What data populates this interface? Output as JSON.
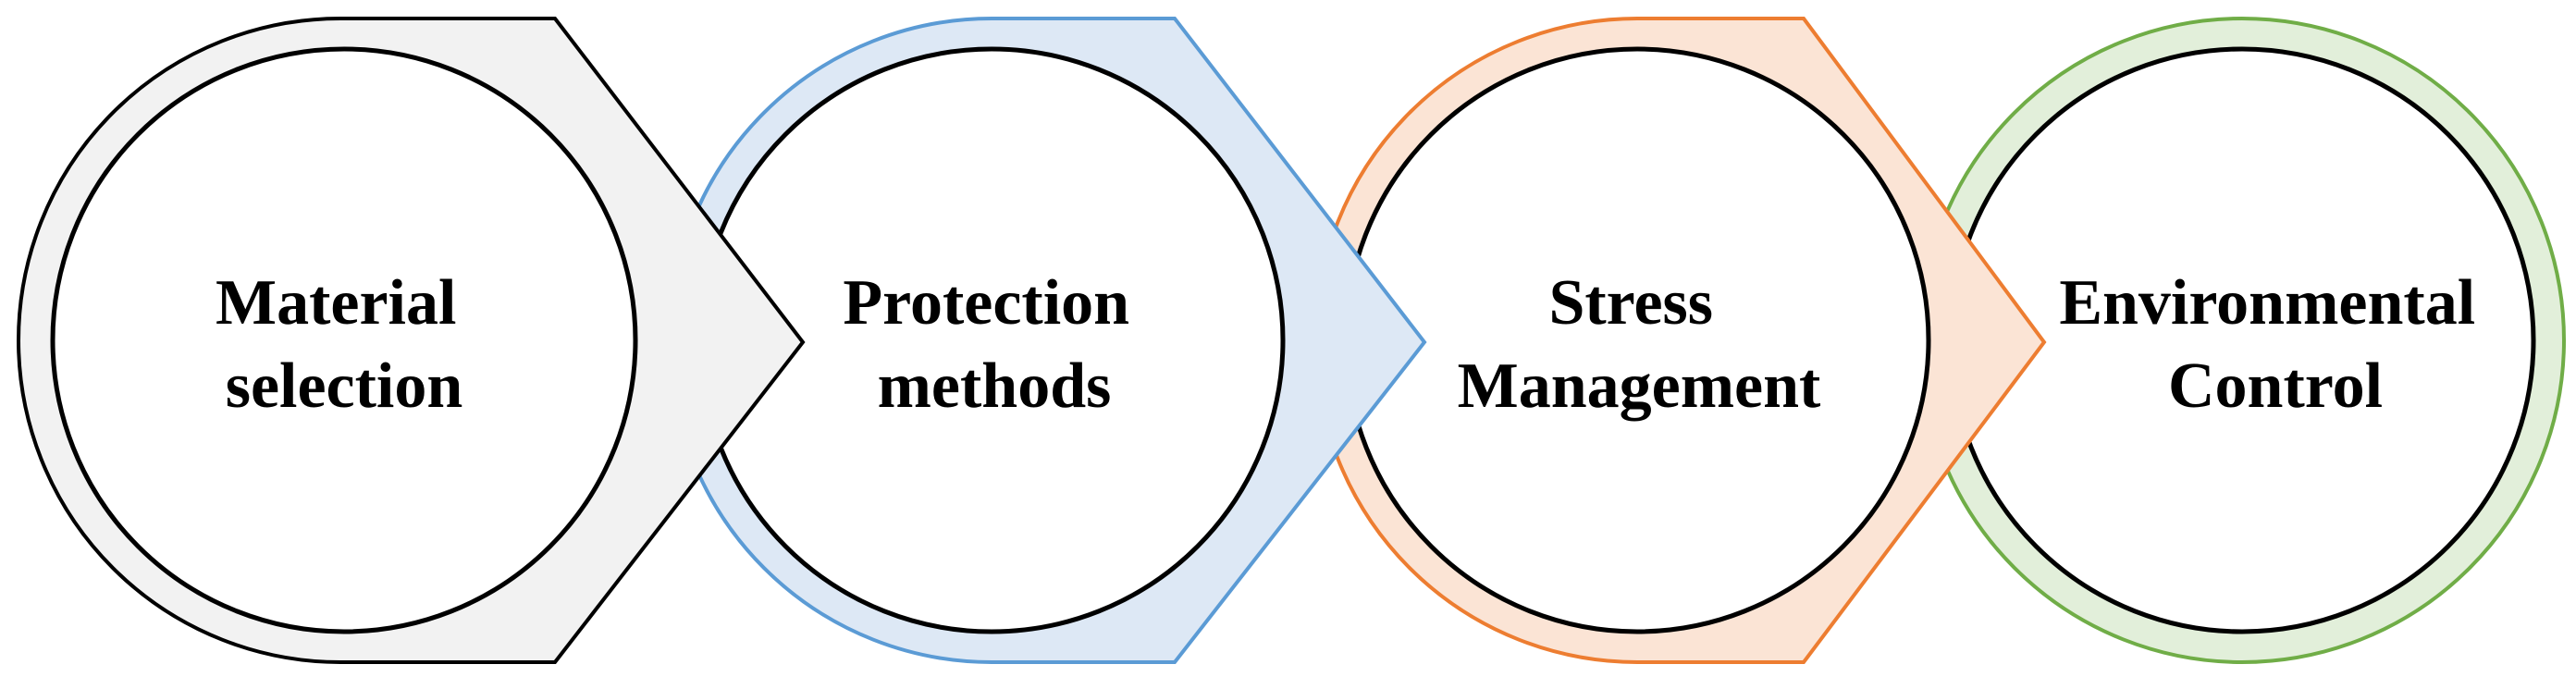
{
  "stages": [
    {
      "id": "material-selection",
      "label_lines": [
        "Material",
        "selection"
      ],
      "fill": "#f2f2f2",
      "stroke": "#000000"
    },
    {
      "id": "protection-methods",
      "label_lines": [
        "Protection",
        "methods"
      ],
      "fill": "#dde8f5",
      "stroke": "#5b9bd5"
    },
    {
      "id": "stress-management",
      "label_lines": [
        "Stress",
        "Management"
      ],
      "fill": "#fbe4d5",
      "stroke": "#ed7d31"
    },
    {
      "id": "environmental-control",
      "label_lines": [
        "Environmental",
        "Control"
      ],
      "fill": "#e2efda",
      "stroke": "#70ad47"
    }
  ]
}
